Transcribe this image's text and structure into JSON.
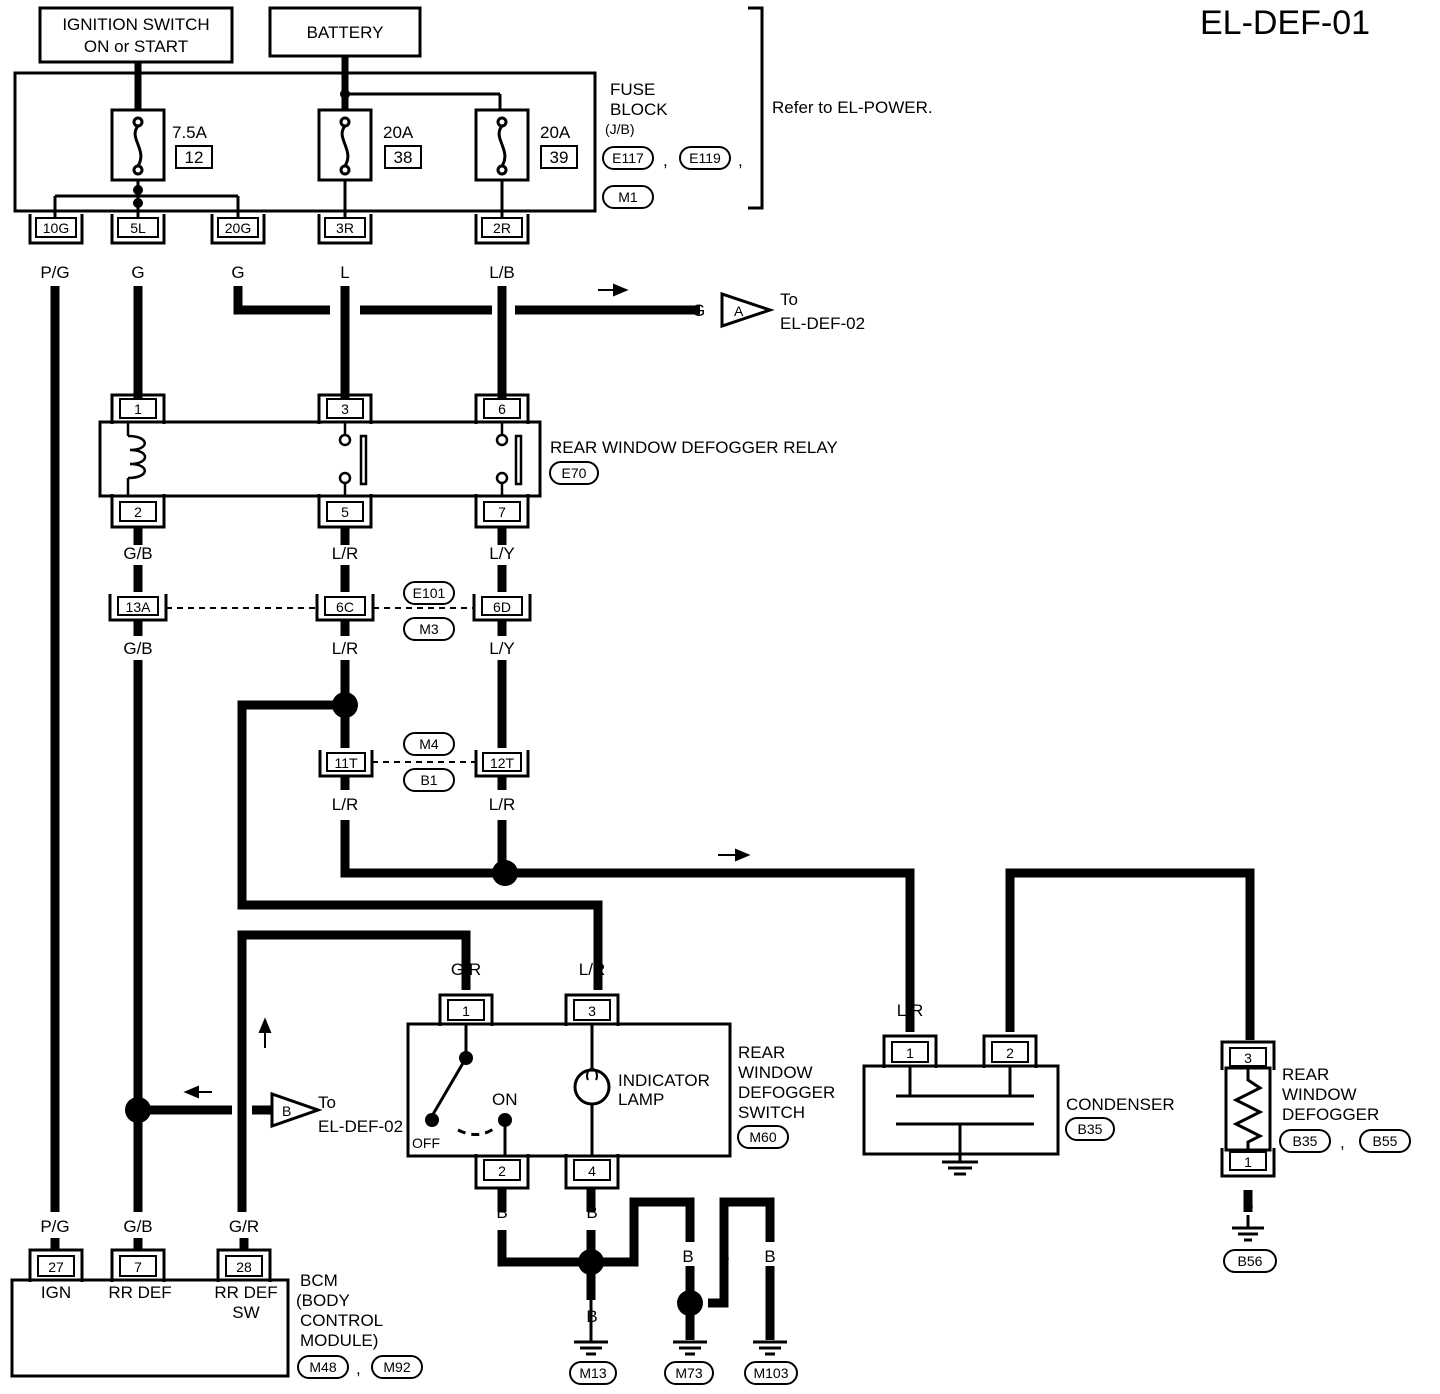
{
  "page": {
    "code": "EL-DEF-01"
  },
  "sources": {
    "ignition_line1": "IGNITION SWITCH",
    "ignition_line2": "ON or START",
    "battery": "BATTERY"
  },
  "fuse_block": {
    "title_lines": [
      "FUSE",
      "BLOCK",
      "(J/B)"
    ],
    "connectors": [
      "E117",
      "E119",
      "M1"
    ],
    "refer": "Refer to EL-POWER.",
    "fuses": [
      {
        "rating": "7.5A",
        "number": "12"
      },
      {
        "rating": "20A",
        "number": "38"
      },
      {
        "rating": "20A",
        "number": "39"
      }
    ],
    "terminals": [
      "10G",
      "5L",
      "20G",
      "3R",
      "2R"
    ]
  },
  "wires": {
    "pg": "P/G",
    "g": "G",
    "l": "L",
    "lb": "L/B",
    "gb": "G/B",
    "lr": "L/R",
    "ly": "L/Y",
    "gr": "G/R",
    "b": "B"
  },
  "off_page": {
    "a_letter": "A",
    "b_letter": "B",
    "to": "To",
    "target": "EL-DEF-02"
  },
  "relay": {
    "name": "REAR WINDOW DEFOGGER RELAY",
    "connector": "E70",
    "pins": [
      "1",
      "2",
      "3",
      "5",
      "6",
      "7"
    ]
  },
  "joint_connectors": {
    "e101": "E101",
    "m3": "M3",
    "m4": "M4",
    "b1": "B1",
    "pins": [
      "13A",
      "6C",
      "6D",
      "11T",
      "12T"
    ]
  },
  "switch": {
    "name_lines": [
      "REAR",
      "WINDOW",
      "DEFOGGER",
      "SWITCH"
    ],
    "connector": "M60",
    "indicator_lines": [
      "INDICATOR",
      "LAMP"
    ],
    "on": "ON",
    "off": "OFF",
    "pins": [
      "1",
      "3",
      "2",
      "4"
    ]
  },
  "condenser": {
    "name": "CONDENSER",
    "connector": "B35",
    "pins": [
      "1",
      "2"
    ]
  },
  "defogger": {
    "name_lines": [
      "REAR",
      "WINDOW",
      "DEFOGGER"
    ],
    "connectors": [
      "B35",
      "B55"
    ],
    "pins": [
      "3",
      "1"
    ],
    "ground": "B56"
  },
  "bcm": {
    "name_lines": [
      "BCM",
      "(BODY",
      "CONTROL",
      "MODULE)"
    ],
    "connectors": [
      "M48",
      "M92"
    ],
    "pins": [
      "27",
      "7",
      "28"
    ],
    "pin_labels": [
      "IGN",
      "RR DEF",
      "RR DEF",
      "SW"
    ]
  },
  "grounds": [
    "M13",
    "M73",
    "M103"
  ],
  "separator": ","
}
